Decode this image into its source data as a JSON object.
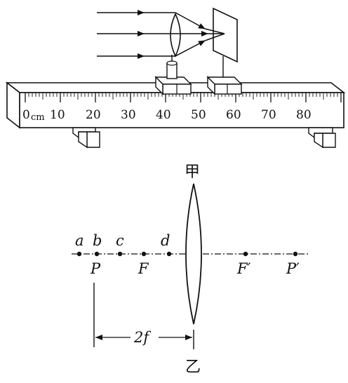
{
  "ruler": {
    "unit": "cm",
    "labels": [
      "0",
      "10",
      "20",
      "30",
      "40",
      "50",
      "60",
      "70",
      "80"
    ]
  },
  "bench": {
    "rays_count": 3
  },
  "diagram": {
    "lens_top_label": "甲",
    "lens_bottom_label": "乙",
    "points_above": [
      "a",
      "b",
      "c",
      "d"
    ],
    "points_below": [
      "P",
      "F",
      "F′",
      "P′"
    ],
    "dimension_label": "2f"
  }
}
